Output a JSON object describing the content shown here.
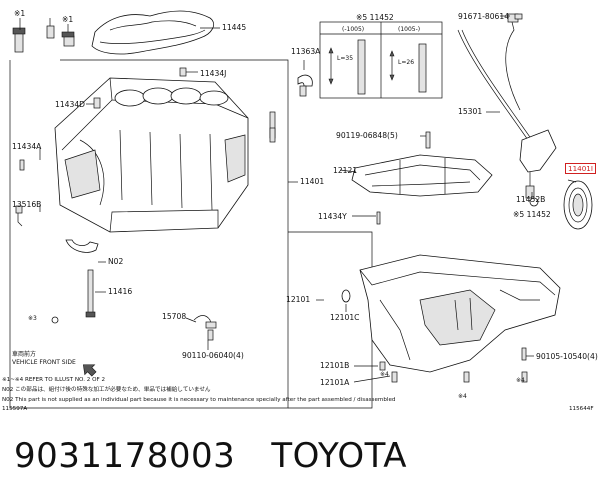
{
  "labels": {
    "p11445": "11445",
    "ref1": "※1",
    "ref1b": "※1",
    "p11363a": "11363A",
    "p11434j": "11434J",
    "p11434d": "11434D",
    "p11434a": "11434A",
    "p13516b": "13516B",
    "p11401": "11401",
    "pn02": "N02",
    "p11416": "11416",
    "ref3": "※3",
    "p15708": "15708",
    "p90110": "90110-06040(4)",
    "p11452": "※5 11452",
    "p91671": "91671-80614",
    "p15301": "15301",
    "p90119": "90119-06848(5)",
    "p12121": "12121",
    "p11452b": "11452B",
    "p11452c": "※5 11452",
    "p11401h": "11401I",
    "p11434y": "11434Y",
    "p12101": "12101",
    "p12101c": "12101C",
    "p12101b": "12101B",
    "p12101a": "12101A",
    "p90105": "90105-10540(4)",
    "ref4a": "※4",
    "ref4b": "※4",
    "ref4c": "※4"
  },
  "inset": {
    "col1": "(-1005)",
    "col2": "(1005-)",
    "dim1": "L=35",
    "dim2": "L=26"
  },
  "front": {
    "line1": "車両前方",
    "line2": "VEHICLE FRONT SIDE"
  },
  "notes": {
    "n1": "※1~※4  REFER TO ILLUST NO. 2 OF 2",
    "n2": "N02  この部品は、組付け後の特殊な加工が必要なため、単品では補給していません",
    "n3": "N02  This part is not supplied as an individual part because it is necessary to maintenance specially after the part assembled / disassembled"
  },
  "codes": {
    "left": "115597A",
    "right": "115644F"
  },
  "caption": {
    "part_number": "9031178003",
    "brand": "TOYOTA"
  },
  "colors": {
    "highlight": "#d02020"
  }
}
